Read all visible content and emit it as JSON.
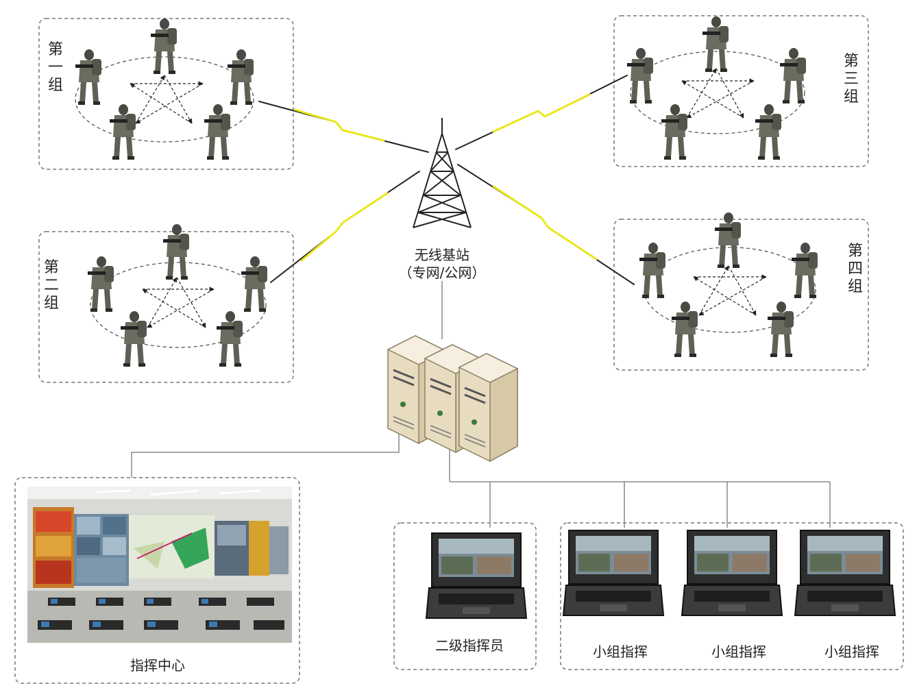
{
  "groups": [
    {
      "label": "第一组"
    },
    {
      "label": "第二组"
    },
    {
      "label": "第三组"
    },
    {
      "label": "第四组"
    }
  ],
  "tower": {
    "label_line1": "无线基站",
    "label_line2": "（专网/公网）"
  },
  "command_center": {
    "label": "指挥中心"
  },
  "terminals": {
    "secondary_commander": "二级指挥员",
    "team_commander_1": "小组指挥",
    "team_commander_2": "小组指挥",
    "team_commander_3": "小组指挥"
  },
  "colors": {
    "dash_border": "#777777",
    "wireless_link": "#e8e81a",
    "wire": "#888888",
    "soldier": "#5a5a52",
    "server_face": "#efe6cf"
  }
}
